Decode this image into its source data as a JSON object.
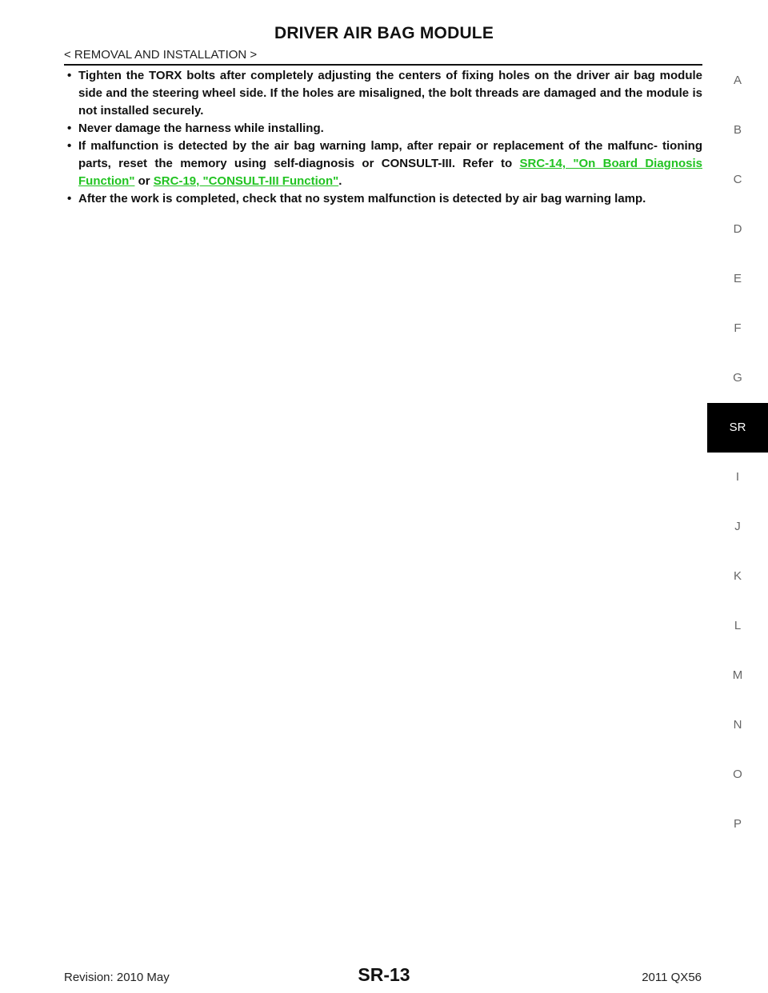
{
  "header": {
    "title": "DRIVER AIR BAG MODULE",
    "breadcrumb": "< REMOVAL AND INSTALLATION >"
  },
  "bullets": [
    {
      "mark": "•",
      "text": "Tighten the TORX bolts after completely adjusting the centers of fixing holes on the driver air bag module side and the steering wheel side. If the holes are misaligned, the bolt threads are damaged and the module is not installed securely."
    },
    {
      "mark": "•",
      "text": "Never damage the harness while installing."
    },
    {
      "mark": "•",
      "text_before": "If malfunction is detected by the air bag warning lamp, after repair or replacement of the malfunc- tioning parts, reset the memory using self-diagnosis or CONSULT-III. Refer to ",
      "link1": "SRC-14, \"On Board Diagnosis Function\"",
      "text_between": " or ",
      "link2": "SRC-19, \"CONSULT-III Function\"",
      "text_after": "."
    },
    {
      "mark": "•",
      "text": "After the work is completed, check that no system malfunction is detected by air bag warning lamp."
    }
  ],
  "side_index": [
    "A",
    "B",
    "C",
    "D",
    "E",
    "F",
    "G",
    "SR",
    "I",
    "J",
    "K",
    "L",
    "M",
    "N",
    "O",
    "P"
  ],
  "active_section": "SR",
  "footer": {
    "page_number": "SR-13",
    "revision": "Revision: 2010 May",
    "model": "2011 QX56"
  },
  "colors": {
    "link": "#22c322",
    "active_tab_bg": "#000000"
  }
}
